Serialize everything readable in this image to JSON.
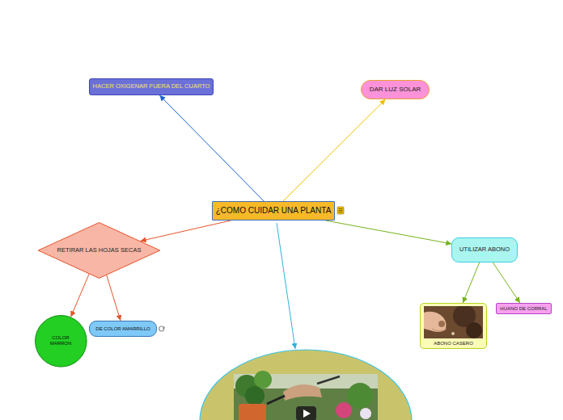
{
  "diagram": {
    "nodes": [
      {
        "text": [
          "HACER OXIGENAR FUERA DEL CUARTO"
        ]
      },
      {
        "text": [
          "DAR LUZ SOLAR"
        ]
      },
      {
        "text": [
          "¿COMO CUIDAR UNA PLANTA"
        ]
      },
      {
        "text": [
          "RETIRAR LAS HOJAS SECAS"
        ]
      },
      {
        "text": [
          "UTILIZAR ABONO"
        ]
      },
      {
        "text": [
          "COLOR MARRON"
        ]
      },
      {
        "text": [
          "DE COLOR AMARRILLO"
        ]
      },
      {
        "text": [
          "ABONO CASERO"
        ]
      },
      {
        "text": [
          "HUANO DE CORRAL"
        ]
      }
    ],
    "edges": [
      {
        "from": 2,
        "to": 0,
        "arrow": "to"
      },
      {
        "from": 2,
        "to": 1,
        "arrow": "to"
      },
      {
        "from": 2,
        "to": 3,
        "arrow": "to"
      },
      {
        "from": 2,
        "to": 4,
        "arrow": "to"
      },
      {
        "from": 3,
        "to": 5,
        "arrow": "to"
      },
      {
        "from": 3,
        "to": 6,
        "arrow": "to"
      },
      {
        "from": 4,
        "to": 7,
        "arrow": "to"
      },
      {
        "from": 4,
        "to": 8,
        "arrow": "to"
      }
    ]
  }
}
